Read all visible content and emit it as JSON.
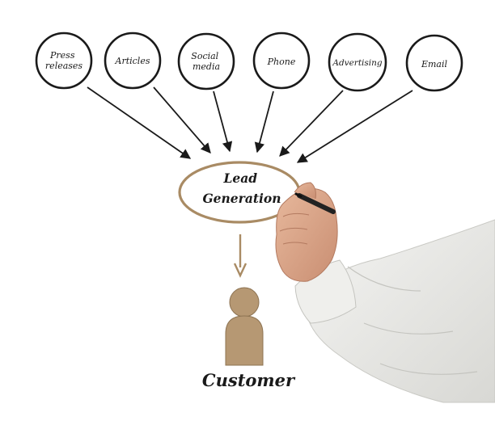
{
  "sources": [
    {
      "label_lines": [
        "Press",
        "releases"
      ]
    },
    {
      "label_lines": [
        "Articles"
      ]
    },
    {
      "label_lines": [
        "Social",
        "media"
      ]
    },
    {
      "label_lines": [
        "Phone"
      ]
    },
    {
      "label_lines": [
        "Advertising"
      ]
    },
    {
      "label_lines": [
        "Email"
      ]
    }
  ],
  "hub": {
    "label_lines": [
      "Lead",
      "Generation"
    ]
  },
  "result": {
    "label": "Customer"
  },
  "colors": {
    "ink": "#1a1a1a",
    "accent": "#a98b64",
    "figure": "#b69873",
    "sleeve": "#e9e9e6",
    "skin": "#d9a488"
  }
}
